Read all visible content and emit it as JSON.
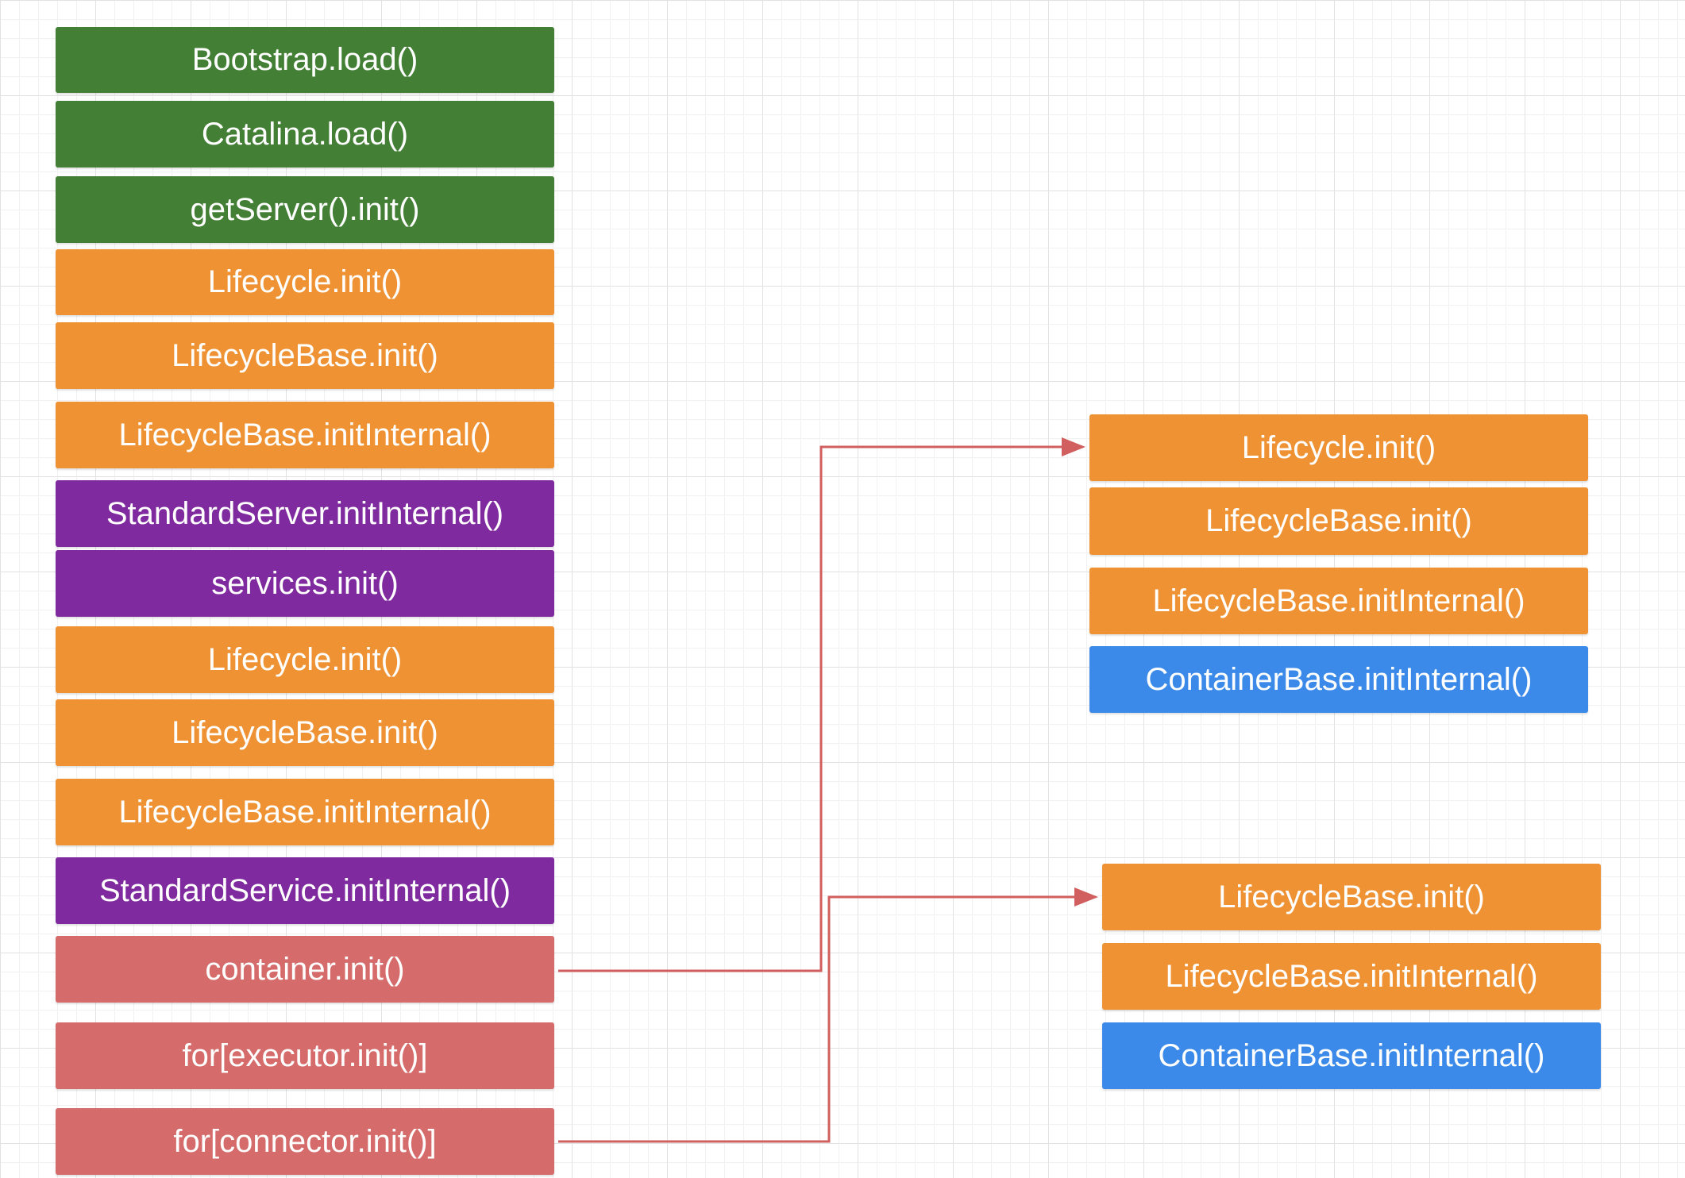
{
  "colors": {
    "green": "#437f35",
    "orange": "#ef9233",
    "purple": "#7f2a9f",
    "red": "#d56c6b",
    "blue": "#3b8ae9",
    "connector": "#d25f5f"
  },
  "main_column": [
    {
      "label": "Bootstrap.load()",
      "color": "green"
    },
    {
      "label": "Catalina.load()",
      "color": "green"
    },
    {
      "label": "getServer().init()",
      "color": "green"
    },
    {
      "label": "Lifecycle.init()",
      "color": "orange"
    },
    {
      "label": "LifecycleBase.init()",
      "color": "orange"
    },
    {
      "label": "LifecycleBase.initInternal()",
      "color": "orange"
    },
    {
      "label": "StandardServer.initInternal()",
      "color": "purple"
    },
    {
      "label": "services.init()",
      "color": "purple"
    },
    {
      "label": "Lifecycle.init()",
      "color": "orange"
    },
    {
      "label": "LifecycleBase.init()",
      "color": "orange"
    },
    {
      "label": "LifecycleBase.initInternal()",
      "color": "orange"
    },
    {
      "label": "StandardService.initInternal()",
      "color": "purple"
    },
    {
      "label": "container.init()",
      "color": "red"
    },
    {
      "label": "for[executor.init()]",
      "color": "red"
    },
    {
      "label": "for[connector.init()]",
      "color": "red"
    }
  ],
  "container_group": [
    {
      "label": "Lifecycle.init()",
      "color": "orange"
    },
    {
      "label": "LifecycleBase.init()",
      "color": "orange"
    },
    {
      "label": "LifecycleBase.initInternal()",
      "color": "orange"
    },
    {
      "label": "ContainerBase.initInternal()",
      "color": "blue"
    }
  ],
  "connector_group": [
    {
      "label": "LifecycleBase.init()",
      "color": "orange"
    },
    {
      "label": "LifecycleBase.initInternal()",
      "color": "orange"
    },
    {
      "label": "ContainerBase.initInternal()",
      "color": "blue"
    }
  ]
}
